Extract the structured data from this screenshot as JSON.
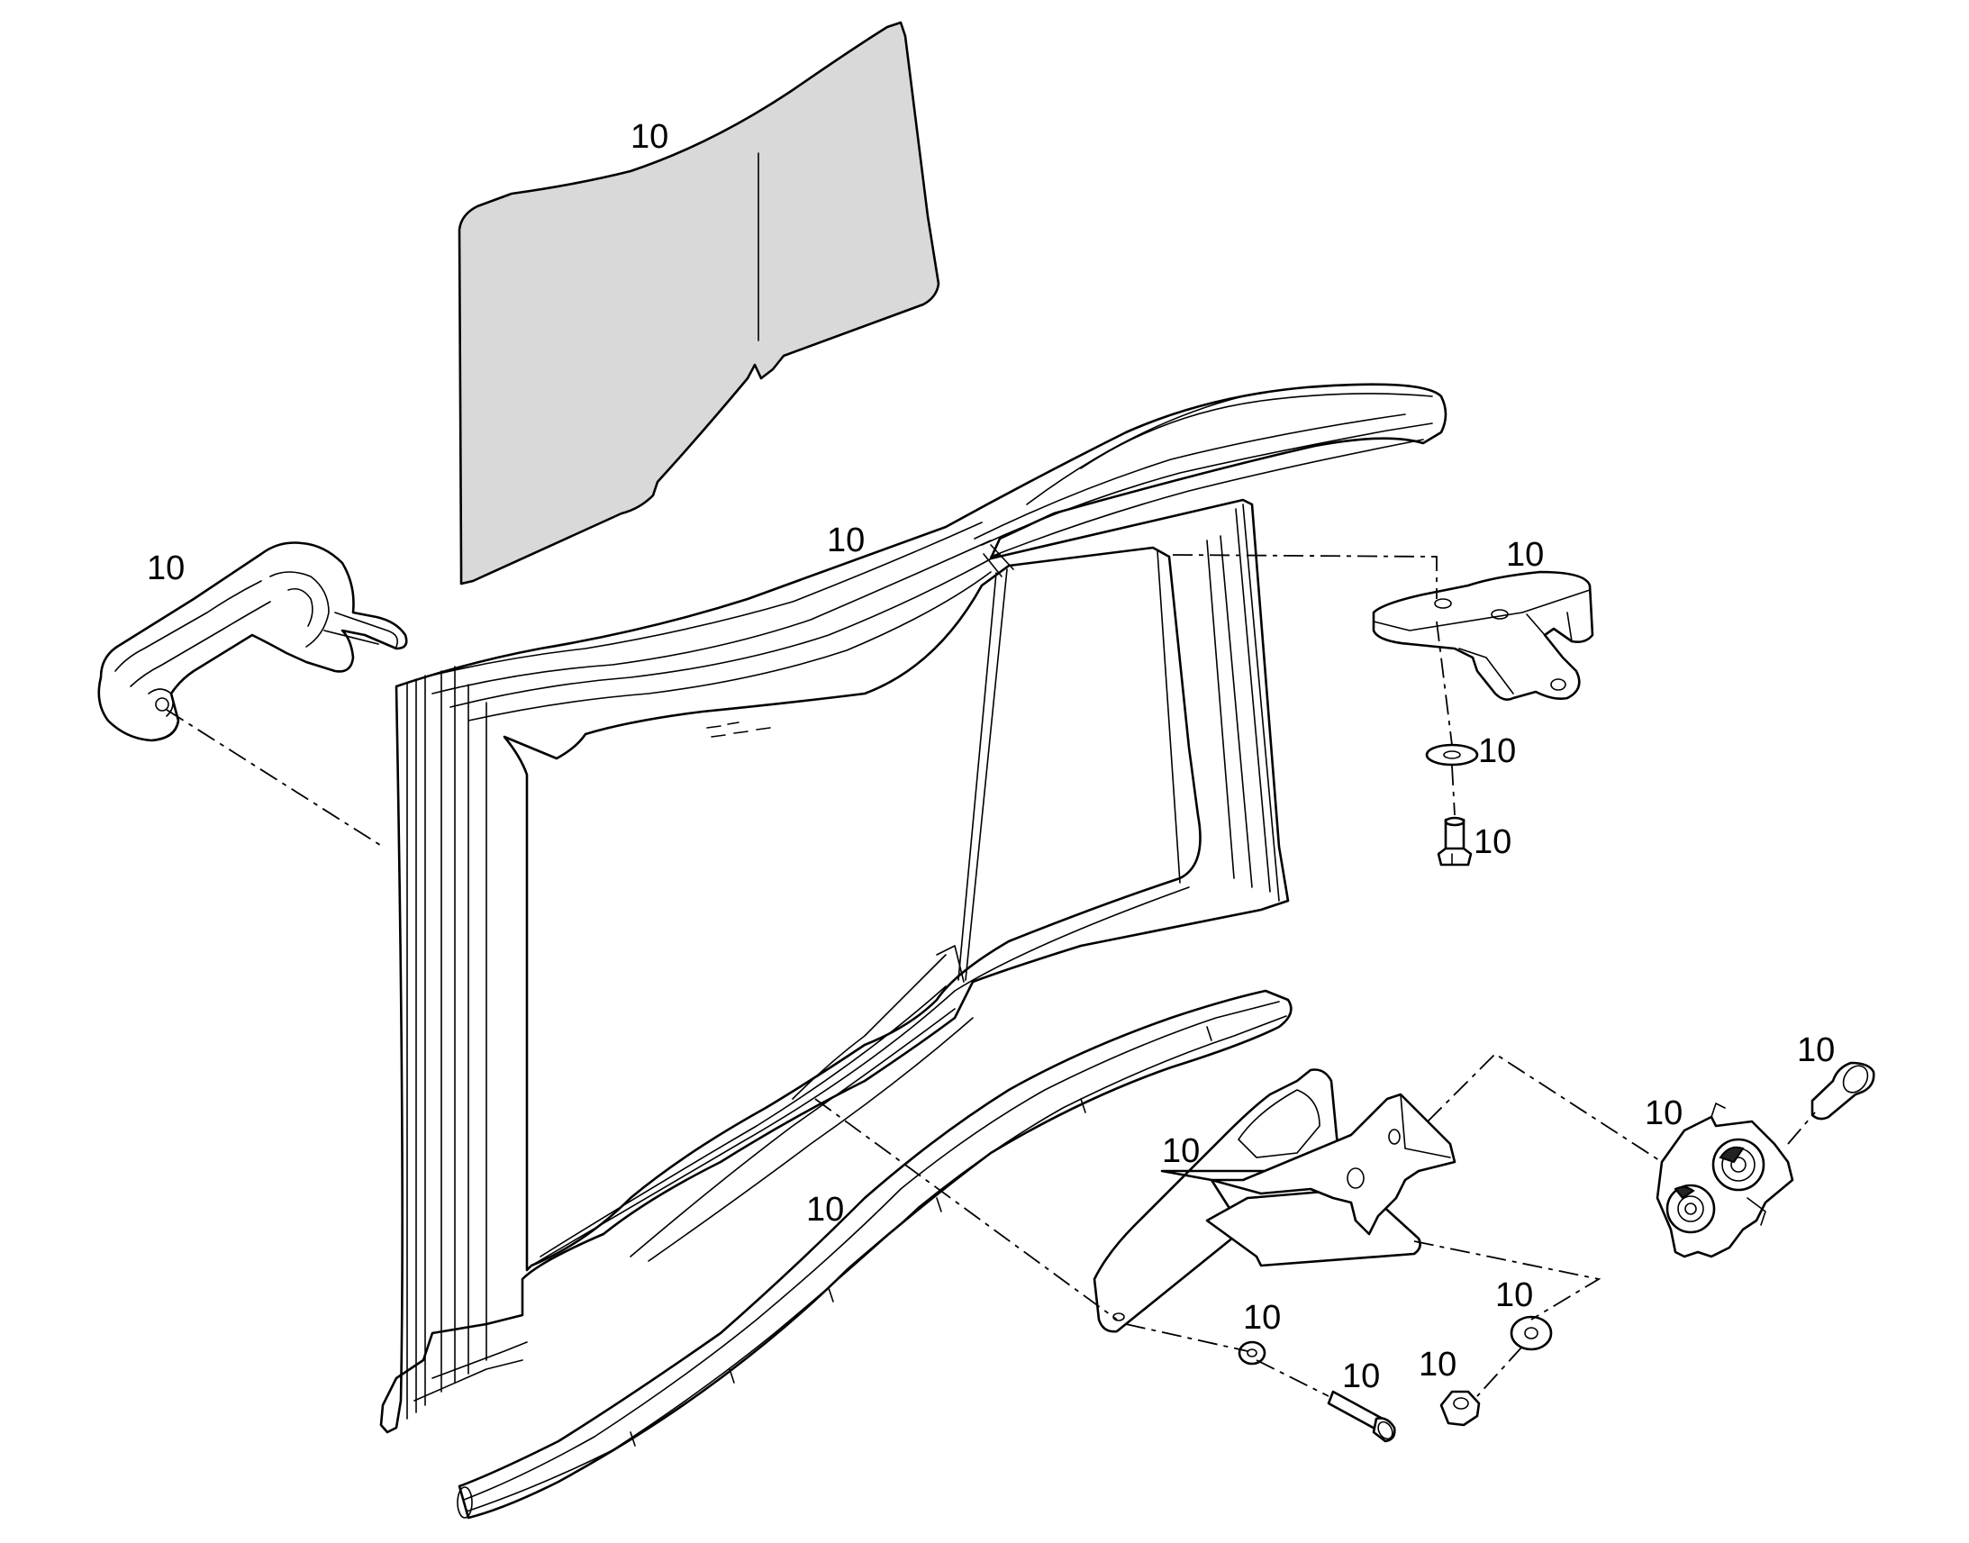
{
  "callouts": [
    {
      "id": "glass-panel",
      "label": "10"
    },
    {
      "id": "door-handle",
      "label": "10"
    },
    {
      "id": "door-frame",
      "label": "10"
    },
    {
      "id": "upper-bracket",
      "label": "10"
    },
    {
      "id": "upper-washer",
      "label": "10"
    },
    {
      "id": "upper-bolt",
      "label": "10"
    },
    {
      "id": "lower-seal-strip",
      "label": "10"
    },
    {
      "id": "hinge-bracket",
      "label": "10"
    },
    {
      "id": "lock-bolt",
      "label": "10"
    },
    {
      "id": "door-lock",
      "label": "10"
    },
    {
      "id": "lower-washer-left",
      "label": "10"
    },
    {
      "id": "lower-washer-right",
      "label": "10"
    },
    {
      "id": "lower-screw",
      "label": "10"
    },
    {
      "id": "hex-nut",
      "label": "10"
    }
  ]
}
